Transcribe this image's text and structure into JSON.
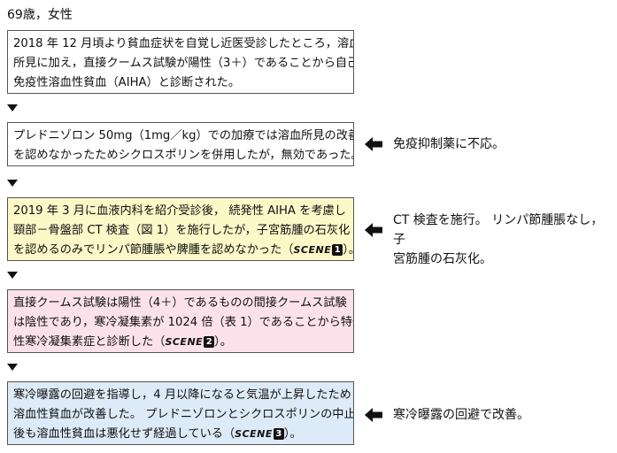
{
  "header": "69歳，女性",
  "boxes": [
    {
      "lines": [
        "2018 年 12 月頃より貧血症状を自覚し近医受診したところ，溶血",
        "所見に加え，直接クームス試験が陽性（3＋）であることから自己",
        "免疫性溶血性貧血（AIHA）と診断された。"
      ]
    },
    {
      "lines": [
        "プレドニゾロン 50mg（1mg／kg）での加療では溶血所見の改善",
        "を認めなかったためシクロスポリンを併用したが，無効であった。"
      ]
    },
    {
      "lines": [
        "2019 年 3 月に血液内科を紹介受診後， 続発性 AIHA を考慮し",
        "頸部－骨盤部 CT 検査（図 1）を施行したが，子宮筋腫の石灰化",
        "を認めるのみでリンパ節腫脹や脾腫を認めなかった（"
      ],
      "scene_label": "SCENE",
      "scene_num": "1",
      "tail": "）。"
    },
    {
      "lines": [
        "直接クームス試験は陽性（4＋）であるものの間接クームス試験",
        "は陰性であり，寒冷凝集素が 1024 倍（表 1）であることから特発",
        "性寒冷凝集素症と診断した（"
      ],
      "scene_label": "SCENE",
      "scene_num": "2",
      "tail": "）。"
    },
    {
      "lines": [
        "寒冷曝露の回避を指導し，4 月以降になると気温が上昇したため",
        "溶血性貧血が改善した。 プレドニゾロンとシクロスポリンの中止",
        "後も溶血性貧血は悪化せず経過している（"
      ],
      "scene_label": "SCENE",
      "scene_num": "3",
      "tail": "）。"
    }
  ],
  "side_notes": {
    "note1": [
      "免疫抑制薬に不応。"
    ],
    "note2": [
      "CT 検査を施行。 リンパ節腫脹なし， 子",
      "宮筋腫の石灰化。"
    ],
    "note3": [
      "寒冷曝露の回避で改善。"
    ]
  },
  "colors": {
    "box3_bg": "#fdf8c8",
    "box4_bg": "#fbe2ea",
    "box5_bg": "#ddeaf8",
    "border": "#555555"
  },
  "icons": [
    "arrow-down-icon",
    "arrow-left-icon",
    "scene-badge-icon"
  ]
}
